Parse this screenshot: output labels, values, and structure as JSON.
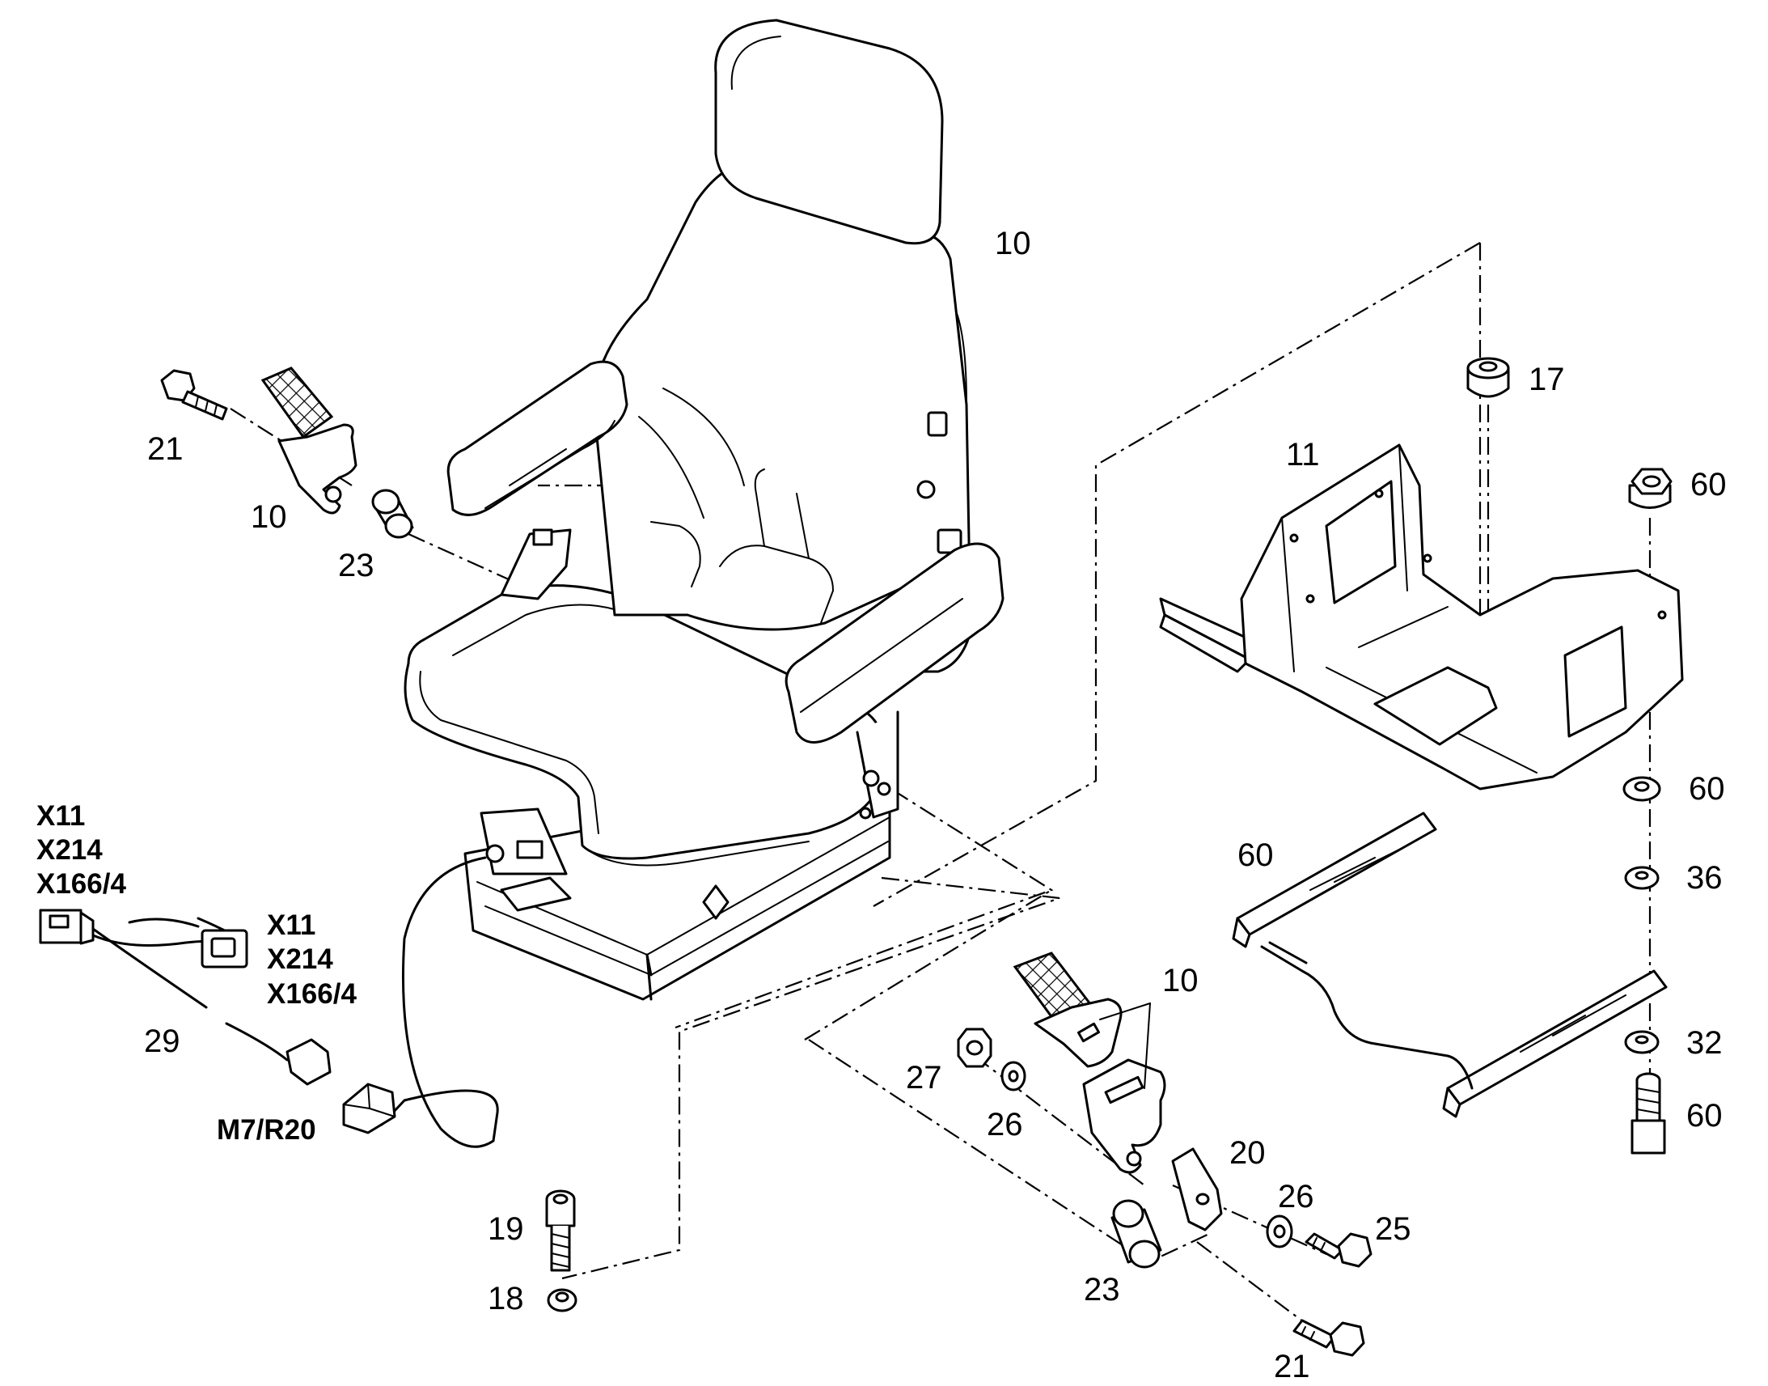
{
  "callouts": {
    "seat": "10",
    "washer_17": "17",
    "frame": "11",
    "nut_60_top": "60",
    "washer_60": "60",
    "washer_36": "36",
    "washer_32": "32",
    "screw_60": "60",
    "rails_60": "60",
    "buckle_left": "10",
    "bolt_21_left": "21",
    "spacer_23_left": "23",
    "cable_29": "29",
    "screw_19": "19",
    "washer_18": "18",
    "belt_right": "10",
    "nut_27": "27",
    "washer_26_left": "26",
    "plate_20": "20",
    "washer_26_right": "26",
    "bolt_25": "25",
    "spacer_23_right": "23",
    "bolt_21_right": "21"
  },
  "connectors": {
    "left": [
      "X11",
      "X214",
      "X166/4"
    ],
    "middle": [
      "X11",
      "X214",
      "X166/4"
    ],
    "motor": "M7/R20"
  }
}
